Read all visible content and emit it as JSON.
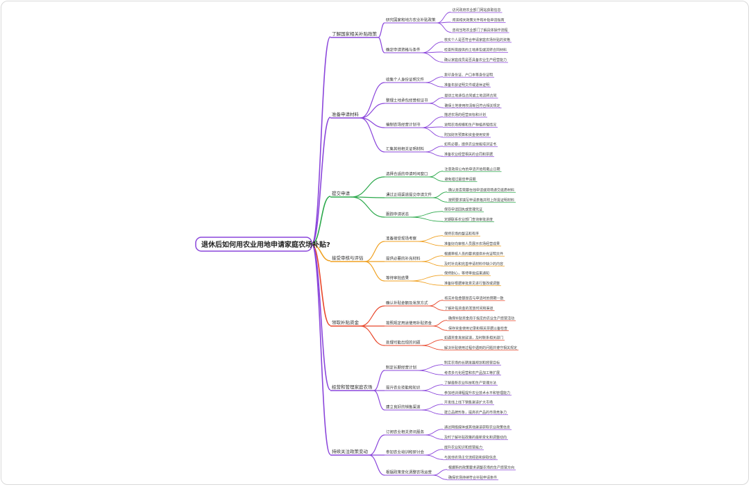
{
  "root": {
    "label": "退休后如何用农业用地申请家庭农场补贴?"
  },
  "branches": [
    {
      "label": "了解国家相关补贴政策",
      "color": "#7b3fd6",
      "children": [
        {
          "label": "研究国家和地方农业补贴政策",
          "children": [
            "访问政府农业部门网站获取信息",
            "阅读相关政策文件和补贴申请指南",
            "咨询当地农业部门了解具体操作流程"
          ]
        },
        {
          "label": "确定申请资格与条件",
          "children": [
            "核实个人是否符合申请家庭农场补贴的资格",
            "检查所需提供的土地承包或流转合同材料",
            "确认家庭成员是否具备农业生产经营能力"
          ]
        }
      ]
    },
    {
      "label": "准备申请材料",
      "color": "#7b3fd6",
      "children": [
        {
          "label": "收集个人身份证明文件",
          "children": [
            "复印身份证、户口本等身份证明",
            "准备年龄证明文件或退休证明"
          ]
        },
        {
          "label": "整理土地承包经营权证书",
          "children": [
            "提供土地承包合同或土地流转合同",
            "确保土地使用权清晰且符合相关规定"
          ]
        },
        {
          "label": "编制农场经营计划书",
          "children": [
            "描述农场的经营目标和计划",
            "说明农场规模和生产种植养殖情况",
            "附加财务预算和资金使用安排"
          ]
        },
        {
          "label": "汇集其他相关证明材料",
          "children": [
            "如有必要，提供农业技能培训证书",
            "准备农业经营相关的合同和票据"
          ]
        }
      ]
    },
    {
      "label": "提交申请",
      "color": "#2aa84a",
      "children": [
        {
          "label": "选择合适的申请时间窗口",
          "children": [
            "注意政府公布的申请开始和截止日期",
            "避免错过最佳申请期"
          ]
        },
        {
          "label": "通过正规渠道提交申请文件",
          "children": [
            "确认是否需要在线申请或现场递交纸质材料",
            "按照要求填写申请表格并附上所需证明材料"
          ]
        },
        {
          "label": "跟踪申请状态",
          "children": [
            "保存申请回执或受理凭证",
            "定期联系农业部门查询审批进度"
          ]
        }
      ]
    },
    {
      "label": "接受审核与评估",
      "color": "#f0a020",
      "children": [
        {
          "label": "准备接受现场考察",
          "children": [
            "保持农场的整洁和有序",
            "准备好向审核人员展示农场经营成果"
          ]
        },
        {
          "label": "提供必要的补充材料",
          "children": [
            "根据审核人员的要求提供补充证明文件",
            "及时补充和完善申请材料中缺少的内容"
          ]
        },
        {
          "label": "等待审批结果",
          "children": [
            "保持耐心，等待审批结果通知",
            "准备好根据审批意见进行整改或调整"
          ]
        }
      ]
    },
    {
      "label": "领取补贴资金",
      "color": "#e8462a",
      "children": [
        {
          "label": "确认补贴金额及发放方式",
          "children": [
            "核实补贴金额是否与申请时的预期一致",
            "了解补贴资金的发放时间和渠道"
          ]
        },
        {
          "label": "按照规定用途使用补贴资金",
          "children": [
            "确保补贴资金用于指定的农业生产经营活动",
            "保存资金使用记录和相关票据以备检查"
          ]
        },
        {
          "label": "处理可能出现的问题",
          "children": [
            "如遇资金发放延误，及时联系相关部门",
            "解决补贴使用过程中遇到的问题并遵守相关规定"
          ]
        }
      ]
    },
    {
      "label": "经营和管理家庭农场",
      "color": "#7b3fd6",
      "children": [
        {
          "label": "制定长期经营计划",
          "children": [
            "制定农场的长期发展规划和经营目标",
            "考虑多元化经营和农产品加工等扩展"
          ]
        },
        {
          "label": "提升农业技能和知识",
          "children": [
            "了解最新农业科技和生产管理方法",
            "参加培训课程提升农业技术水平和管理能力"
          ]
        },
        {
          "label": "建立良好的销售渠道",
          "children": [
            "开发线上线下销售渠道扩大市场",
            "建立品牌形象，提高农产品的市场竞争力"
          ]
        }
      ]
    },
    {
      "label": "持续关注政策变动",
      "color": "#7b3fd6",
      "children": [
        {
          "label": "订阅农业相关资讯服务",
          "children": [
            "通过网络媒体或其他渠道获取农业政策信息",
            "及时了解补贴政策的最新变化和调整动向"
          ]
        },
        {
          "label": "参加农业培训和研讨会",
          "children": [
            "提升农业知识和经营能力",
            "与其他农场主交流经验和获取信息"
          ]
        },
        {
          "label": "根据政策变化调整农场运营",
          "children": [
            "根据新的政策要求调整农场的生产经营方向",
            "确保农场持续符合补贴申请条件"
          ]
        }
      ]
    }
  ]
}
